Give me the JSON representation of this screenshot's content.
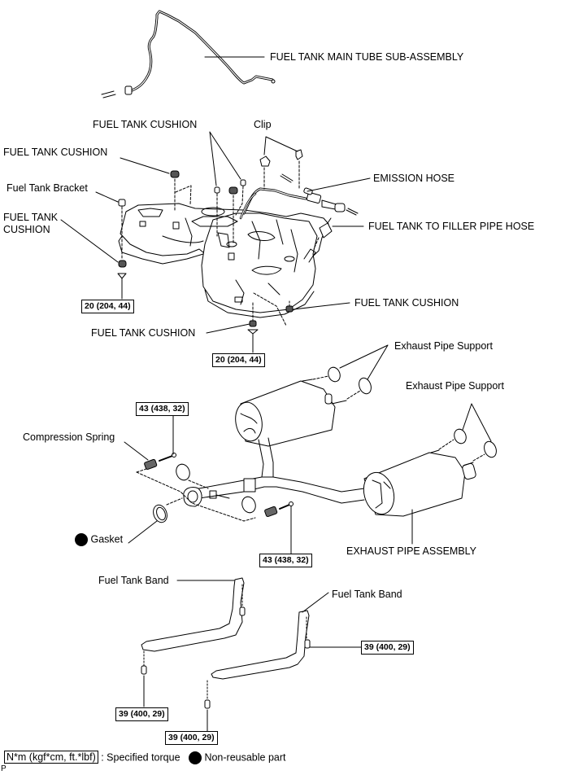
{
  "diagram": {
    "type": "exploded-parts-view",
    "subject": "Fuel tank and exhaust pipe assembly"
  },
  "labels": {
    "main_tube": "FUEL TANK MAIN TUBE SUB-ASSEMBLY",
    "cushion_top_pair": "FUEL TANK CUSHION",
    "clip": "Clip",
    "cushion_left_top": "FUEL TANK CUSHION",
    "emission_hose": "EMISSION HOSE",
    "bracket": "Fuel Tank Bracket",
    "cushion_left_line1": "FUEL TANK",
    "cushion_left_line2": "CUSHION",
    "filler_hose": "FUEL TANK TO FILLER PIPE HOSE",
    "cushion_right": "FUEL TANK CUSHION",
    "cushion_bottom": "FUEL TANK CUSHION",
    "exhaust_support_1": "Exhaust Pipe Support",
    "exhaust_support_2": "Exhaust Pipe Support",
    "compression_spring": "Compression Spring",
    "gasket": "Gasket",
    "exhaust_assembly": "EXHAUST PIPE ASSEMBLY",
    "band_left": "Fuel Tank Band",
    "band_right": "Fuel Tank Band"
  },
  "torques": {
    "tank_left": "20 (204, 44)",
    "tank_bottom": "20 (204, 44)",
    "spring_top": "43 (438, 32)",
    "spring_bottom": "43 (438, 32)",
    "band_right": "39 (400, 29)",
    "band_left": "39 (400, 29)",
    "band_bottom": "39 (400, 29)"
  },
  "legend": {
    "torque_unit": "N*m (kgf*cm, ft.*lbf)",
    "torque_desc": ": Specified torque",
    "nonreusable_desc": "Non-reusable part"
  },
  "footer_mark": "P"
}
